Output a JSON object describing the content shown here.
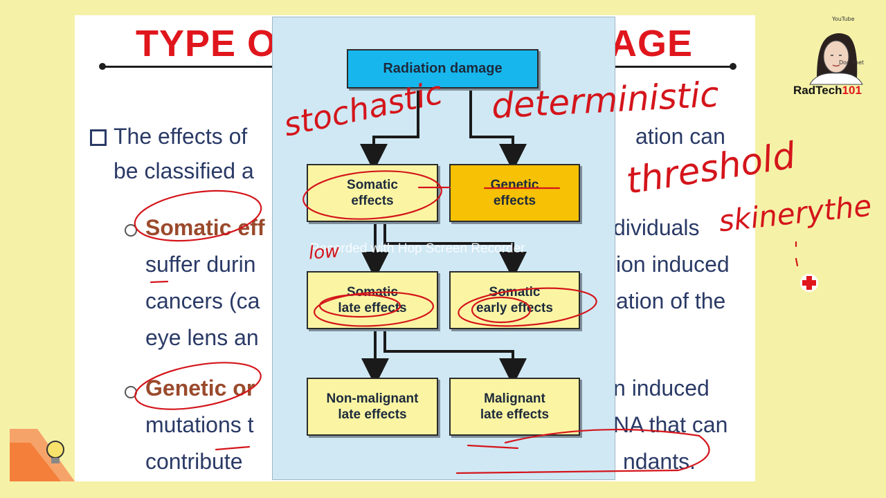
{
  "slide": {
    "title_left": "TYPE O",
    "title_right": "AGE",
    "bullet_line1_left": "The effects of",
    "bullet_line1_right": "ation can",
    "bullet_line2": "be classified a",
    "somatic_term": "Somatic eff",
    "somatic_right": "dividuals",
    "line_suffer": "suffer durin",
    "line_suffer_right": "ion induced",
    "line_cancers": "cancers (ca",
    "line_cancers_right": "ation of the",
    "line_eye": "eye lens an",
    "genetic_term": "Genetic or",
    "genetic_right": "n induced",
    "line_mutations": "mutations t",
    "line_mutations_right": "NA that can",
    "line_contribute": "contribute",
    "line_contribute_right": "ndants."
  },
  "diagram": {
    "root": "Radiation damage",
    "somatic": "Somatic\neffects",
    "genetic": "Genetic\neffects",
    "late": "Somatic\nlate effects",
    "early": "Somatic\nearly effects",
    "nonmalignant": "Non-malignant\nlate effects",
    "malignant": "Malignant\nlate effects"
  },
  "watermark": "Recorded with Hop Screen Recorder",
  "annotations": {
    "stochastic": "stochastic",
    "deterministic": "deterministic",
    "threshold": "threshold",
    "skin": "skinerythe",
    "low": "low"
  },
  "presenter": {
    "yt_label": "YouTube",
    "name": "Doc Yhet",
    "brand_text": "RadTech",
    "brand_nums": "101"
  },
  "colors": {
    "title_red": "#e0161d",
    "ink_red": "#d4151b",
    "box_yellow": "#fbf5a3",
    "box_orange": "#f7c105",
    "box_cyan": "#17b7ee",
    "panel_blue": "#cfe8f4",
    "text_navy": "#2a3a66",
    "term_brown": "#9a4a2c",
    "background": "#f5f2a8"
  }
}
